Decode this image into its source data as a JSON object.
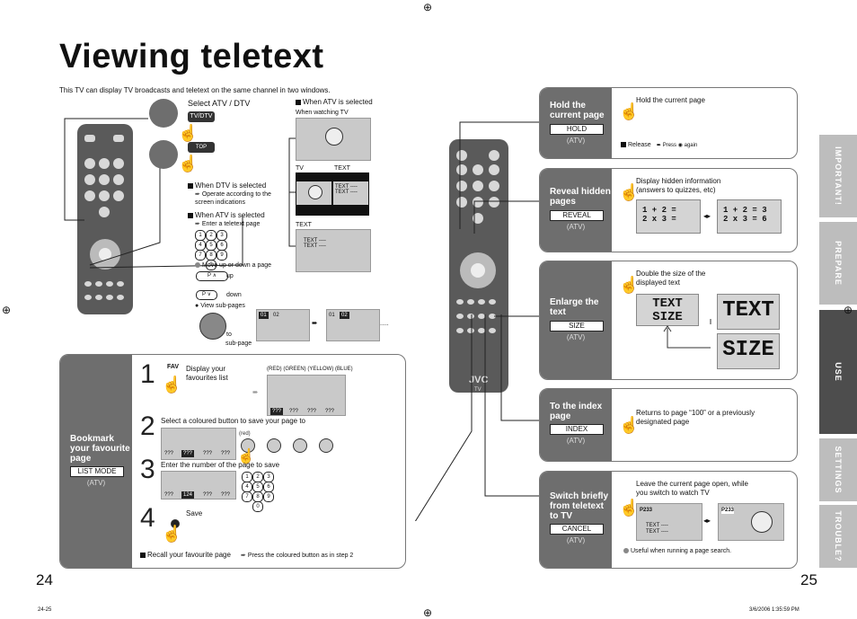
{
  "title": "Viewing teletext",
  "intro": "This TV can display TV broadcasts and teletext on the same channel in two windows.",
  "left": {
    "select": "Select ATV / DTV",
    "tvdtv_btn": "TV/DTV",
    "topmenu_btn": "TOP MENU",
    "when_atv_selected_top": "When ATV is selected",
    "when_watching": "When watching TV",
    "tv": "TV",
    "text": "TEXT",
    "text_label": "TEXT",
    "text_lines": "TEXT ----",
    "when_dtv": "When DTV is selected",
    "operate": "Operate according to the screen indications",
    "when_atv": "When ATV is selected",
    "enter": "Enter a teletext page",
    "move": "Move up or down a page",
    "up": "up",
    "down": "down",
    "view_sub": "View sub-pages",
    "sub_page": "sub-page",
    "sub_a1": "01",
    "sub_a2": "02",
    "sub_b1": "01",
    "sub_b2": "02",
    "dots": "....."
  },
  "bookmark": {
    "title": "Bookmark your favourite page",
    "key": "LIST MODE",
    "atv": "(ATV)",
    "step1": "Display your favourites list",
    "colors": "(RED) (GREEN) (YELLOW) (BLUE)",
    "step2": "Select a coloured button to save your page to",
    "step3": "Enter the number of the page to save",
    "step4": "Save",
    "recall": "Recall your favourite page",
    "recall_note": "Press the coloured button as in step 2",
    "q": "???",
    "p124": "124",
    "red": "(red)",
    "n1": "1",
    "n2": "2",
    "n3": "3",
    "n4": "4"
  },
  "panels": {
    "hold": {
      "title": "Hold the current page",
      "key": "HOLD",
      "atv": "(ATV)",
      "desc": "Hold the current page",
      "release": "Release",
      "press": "Press",
      "again": "again"
    },
    "reveal": {
      "title": "Reveal hidden pages",
      "key": "REVEAL",
      "atv": "(ATV)",
      "desc": "Display hidden information (answers to quizzes, etc)",
      "q1": "1 + 2 =",
      "q2": "2 x 3 =",
      "a1": "1 + 2 = 3",
      "a2": "2 x 3 = 6"
    },
    "enlarge": {
      "title": "Enlarge the text",
      "key": "SIZE",
      "atv": "(ATV)",
      "desc": "Double the size of the displayed text",
      "text": "TEXT",
      "size": "SIZE"
    },
    "index": {
      "title": "To the index page",
      "key": "INDEX",
      "atv": "(ATV)",
      "desc": "Returns to page “100” or a previously designated page"
    },
    "cancel": {
      "title": "Switch briefly from teletext to TV",
      "key": "CANCEL",
      "atv": "(ATV)",
      "desc": "Leave the current page open, while you switch to watch TV",
      "p233": "P233",
      "p233b": "P233",
      "tl": "TEXT ----",
      "note": "Useful when running a page search."
    }
  },
  "tabs": [
    "IMPORTANT!",
    "PREPARE",
    "USE",
    "SETTINGS",
    "TROUBLE?"
  ],
  "page_left": "24",
  "page_right": "25",
  "footer_left": "24-25",
  "footer_right": "3/6/2006   1:35:59 PM",
  "brand": "JVC",
  "tv_small": "TV"
}
